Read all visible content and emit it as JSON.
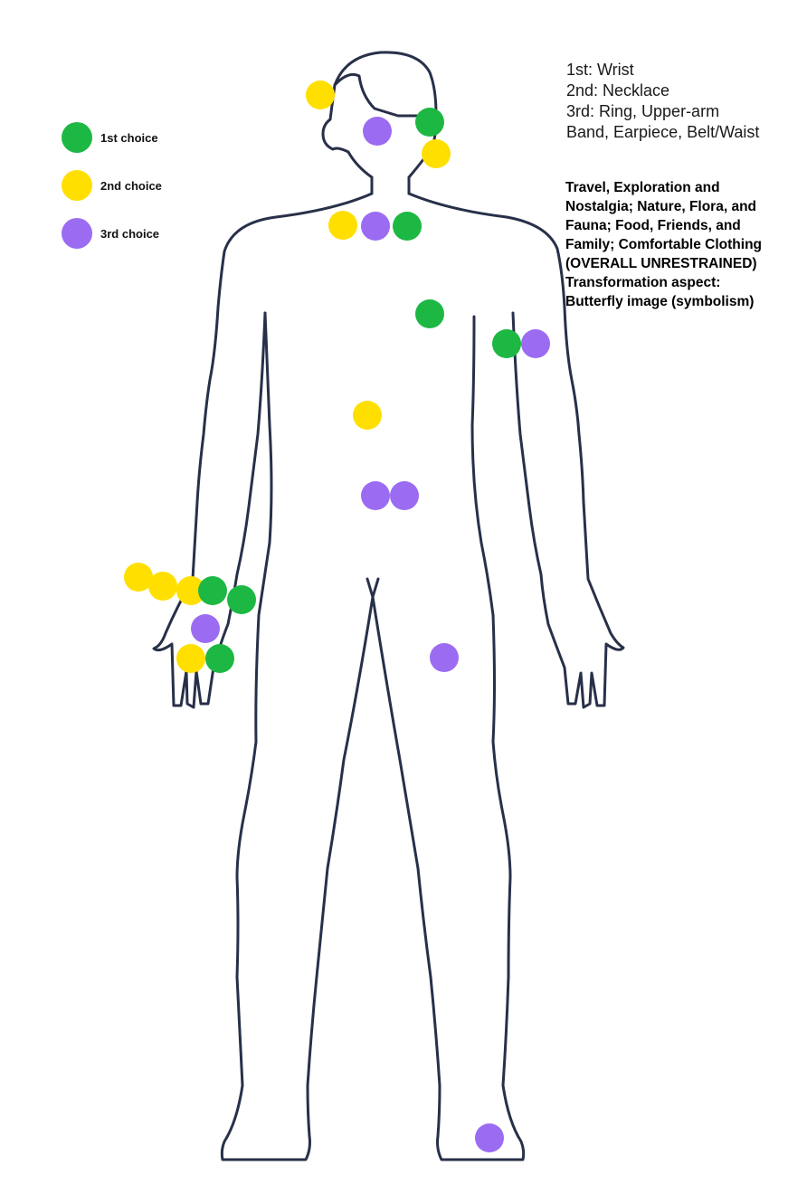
{
  "colors": {
    "first": "#1db843",
    "second": "#ffdf00",
    "third": "#9b6cf2",
    "outline": "#283049"
  },
  "legend": [
    {
      "label": "1st choice",
      "color_key": "first"
    },
    {
      "label": "2nd choice",
      "color_key": "second"
    },
    {
      "label": "3rd choice",
      "color_key": "third"
    }
  ],
  "ranking_lines": [
    "1st: Wrist",
    "2nd: Necklace",
    "3rd: Ring, Upper-arm",
    "Band, Earpiece, Belt/Waist"
  ],
  "themes_lines": [
    "Travel, Exploration and",
    "Nostalgia; Nature, Flora, and",
    "Fauna; Food, Friends, and",
    "Family; Comfortable Clothing",
    "(OVERALL UNRESTRAINED)",
    "Transformation aspect:",
    "Butterfly image (symbolism)"
  ],
  "markers": [
    {
      "choice": "second",
      "region": "head-left"
    },
    {
      "choice": "third",
      "region": "face"
    },
    {
      "choice": "first",
      "region": "ear"
    },
    {
      "choice": "second",
      "region": "ear"
    },
    {
      "choice": "second",
      "region": "neck"
    },
    {
      "choice": "third",
      "region": "neck"
    },
    {
      "choice": "first",
      "region": "neck"
    },
    {
      "choice": "first",
      "region": "chest"
    },
    {
      "choice": "first",
      "region": "upper-arm"
    },
    {
      "choice": "third",
      "region": "upper-arm"
    },
    {
      "choice": "second",
      "region": "abdomen"
    },
    {
      "choice": "third",
      "region": "waist"
    },
    {
      "choice": "third",
      "region": "waist"
    },
    {
      "choice": "second",
      "region": "wrist"
    },
    {
      "choice": "second",
      "region": "wrist"
    },
    {
      "choice": "second",
      "region": "wrist"
    },
    {
      "choice": "first",
      "region": "wrist"
    },
    {
      "choice": "first",
      "region": "wrist"
    },
    {
      "choice": "third",
      "region": "hand"
    },
    {
      "choice": "second",
      "region": "finger"
    },
    {
      "choice": "first",
      "region": "finger"
    },
    {
      "choice": "third",
      "region": "thigh"
    },
    {
      "choice": "third",
      "region": "ankle"
    }
  ]
}
